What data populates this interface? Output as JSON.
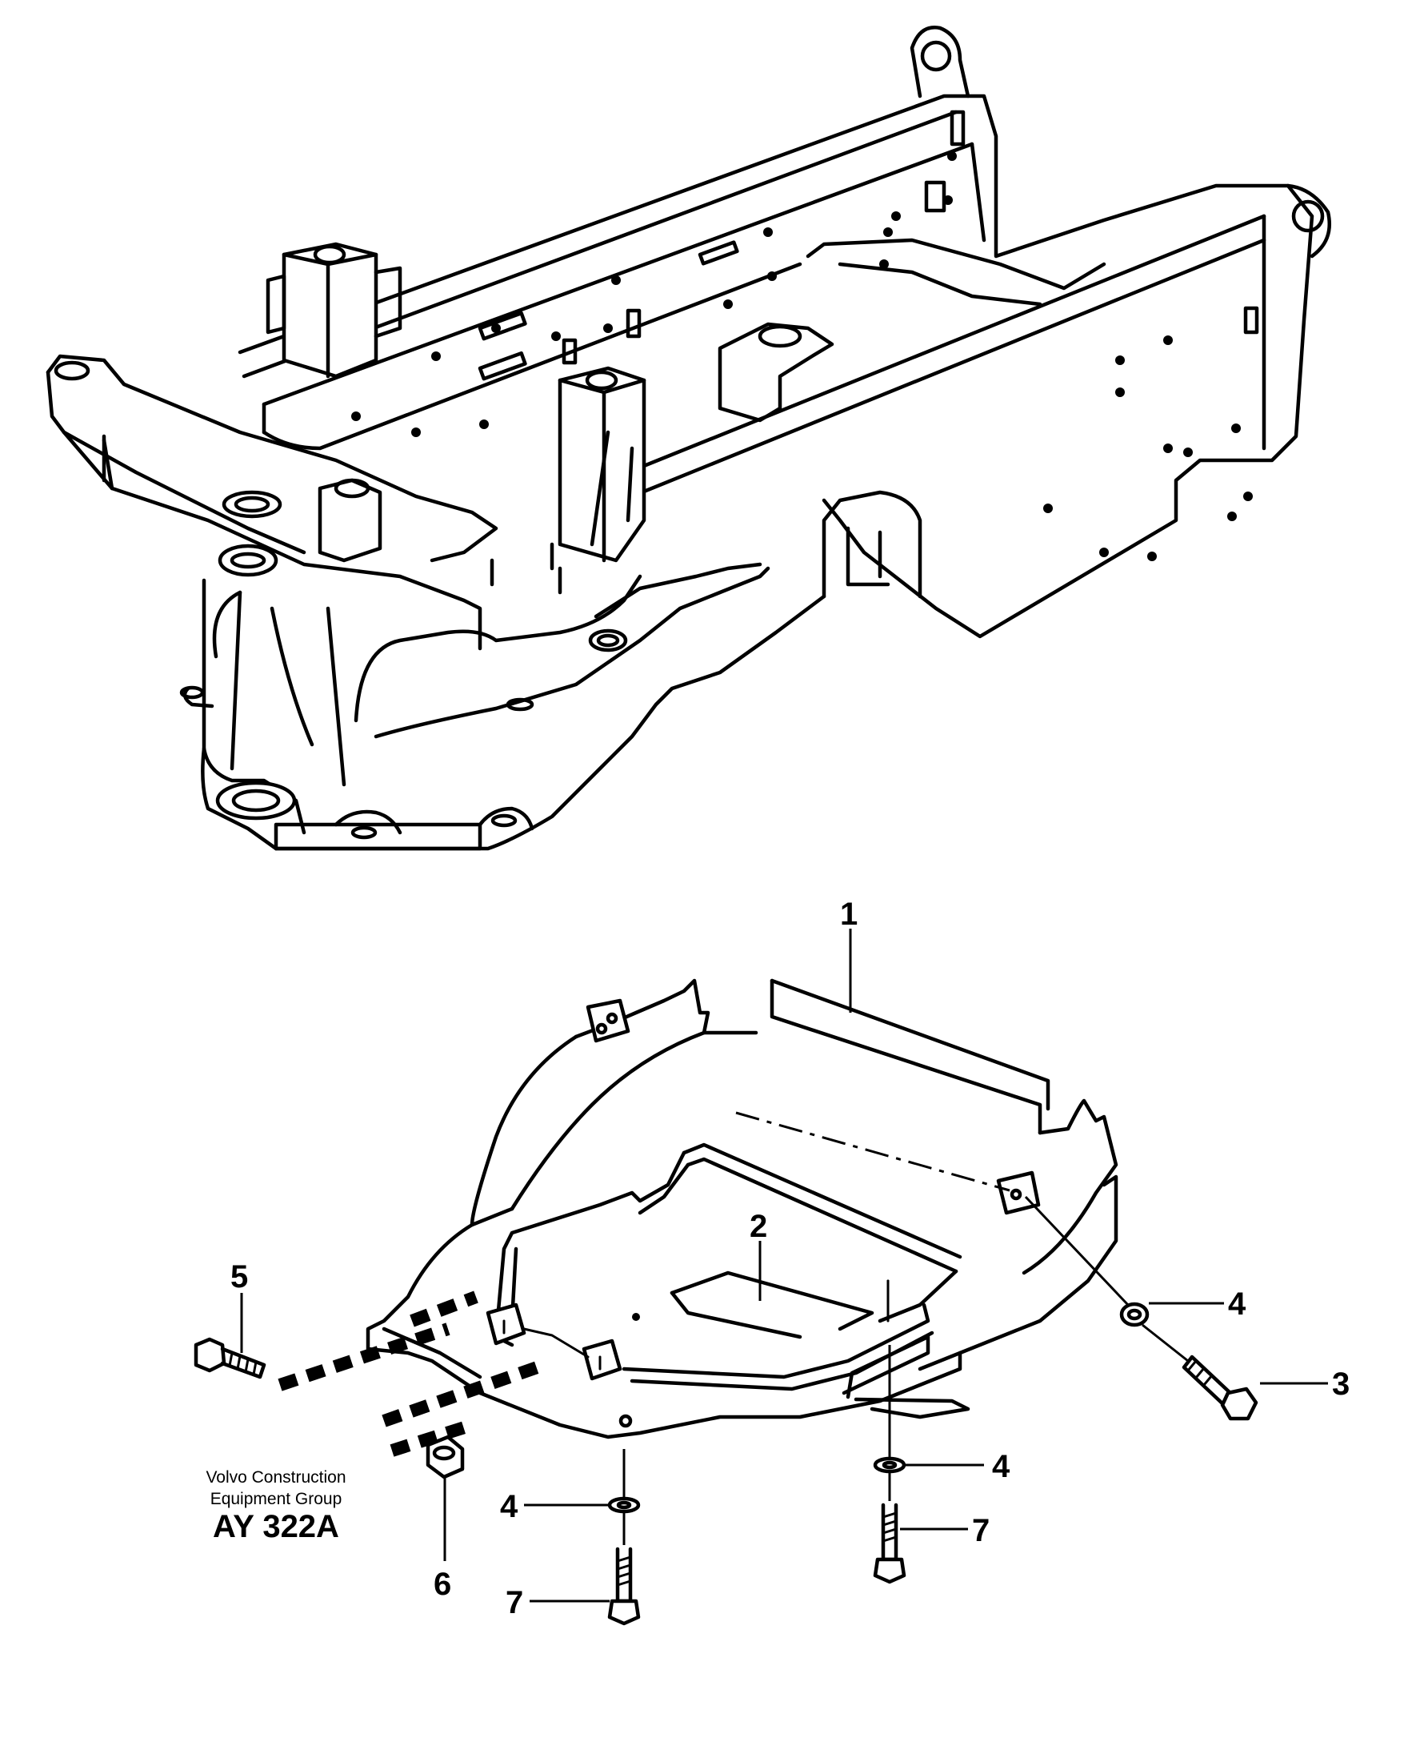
{
  "credit": {
    "line1": "Volvo Construction",
    "line2": "Equipment Group",
    "code": "AY 322A"
  },
  "callouts": [
    {
      "id": "c1",
      "label": "1"
    },
    {
      "id": "c2",
      "label": "2"
    },
    {
      "id": "c3",
      "label": "3"
    },
    {
      "id": "c4a",
      "label": "4"
    },
    {
      "id": "c4b",
      "label": "4"
    },
    {
      "id": "c4c",
      "label": "4"
    },
    {
      "id": "c5",
      "label": "5"
    },
    {
      "id": "c6",
      "label": "6"
    },
    {
      "id": "c7a",
      "label": "7"
    },
    {
      "id": "c7b",
      "label": "7"
    }
  ]
}
